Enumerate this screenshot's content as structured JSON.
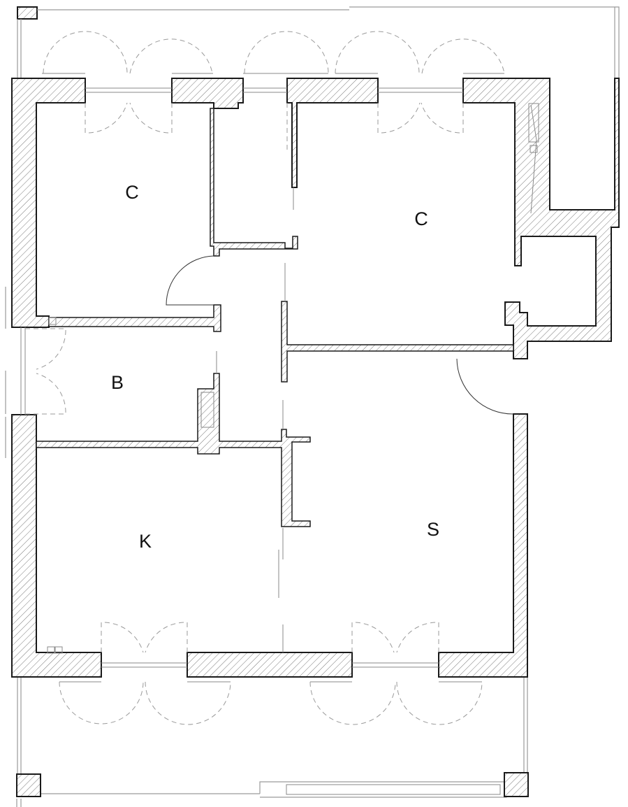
{
  "plan": {
    "rooms": [
      {
        "id": "bedroom-1",
        "label": "C"
      },
      {
        "id": "bedroom-2",
        "label": "C"
      },
      {
        "id": "bathroom",
        "label": "B"
      },
      {
        "id": "kitchen",
        "label": "K"
      },
      {
        "id": "living-room",
        "label": "S"
      }
    ],
    "colors": {
      "wall_stroke": "#1a1a1a",
      "hatch": "#7a7a7a",
      "outline": "#9a9a9a"
    }
  }
}
